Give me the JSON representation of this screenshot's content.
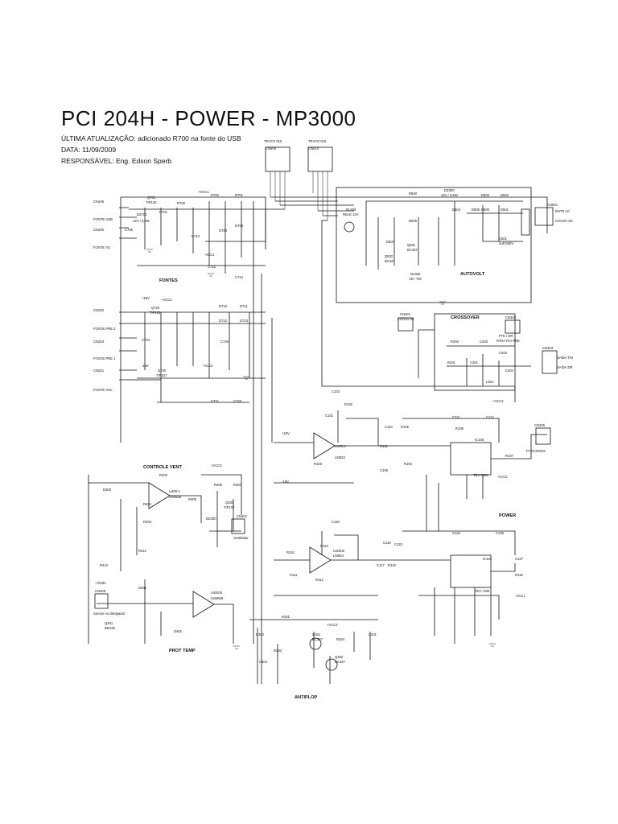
{
  "header": {
    "title": "PCI 204H - POWER - MP3000",
    "update_line": "ÚLTIMA ATUALIZAÇÃO: adicionado R700 na fonte do USB",
    "date_line": "DATA: 11/09/2009",
    "responsible_line": "RESPONSÁVEL: Eng. Edson Sperb"
  },
  "sections": {
    "fontes": "FONTES",
    "autovolt": "AUTOVOLT",
    "crossover": "CROSSOVER",
    "controle_vent": "CONTROLE VENT",
    "power": "POWER",
    "prot_temp": "PROT TEMP",
    "antiplop": "ANTIPLOP"
  },
  "connectors": {
    "cn206": "CN206",
    "fonte_usb": "FONTE USB",
    "cn205": "CN205",
    "fonte_vu": "FONTE VU",
    "cn202": "CN202",
    "fonte_pre2": "FONTE PRE 2",
    "cn203": "CN203",
    "fonte_pre1": "FONTE PRE 1",
    "cn201": "CN201",
    "fonte_vol": "FONTE VOL",
    "cn301": "CN301",
    "cross_in": "CROSS IN",
    "cn302": "CN302",
    "fte_dr": "FTE / DR",
    "para_pci_pre": "PARA PCI PRE",
    "cn303": "CN303",
    "saida_tw": "SAÍDA TW",
    "saida_dr": "SAÍDA DR",
    "cn305": "CN305",
    "fte_cross": "FTE/CROSS",
    "cn401": "CN401",
    "ventilador": "Ventilador",
    "cn309": "CN309",
    "sensor": "Sensor no dissipador",
    "cn501": "CN501",
    "entr_ac": "ENTR AC",
    "chave_on": "CHAVE ON",
    "trafo_015_a": "TRAFO 015",
    "trafo_015_b": "TRAFO 015",
    "cn509": "CN509",
    "cn510": "CN510"
  },
  "components": {
    "q701": "Q701",
    "tip102_a": "TIP102",
    "r700": "R700",
    "r701": "R701",
    "dz701": "DZ701",
    "dz701_val": "12V / 0,5W",
    "c705": "C705",
    "d702": "D702",
    "d703": "D703",
    "d701": "D701",
    "d704": "D704",
    "c712": "C712",
    "c714": "C714",
    "c713": "C713",
    "q720": "Q720",
    "tip102_b": "TIP102",
    "q730": "Q730",
    "tip107": "TIP107",
    "d710": "D710",
    "d711": "D711",
    "d712": "D712",
    "d713": "D713",
    "c724": "C724",
    "c725": "C725",
    "c721": "C721",
    "c733": "C733",
    "rl500": "RL500",
    "rele12v": "RELE 12V",
    "q501": "Q501",
    "q502": "Q502",
    "bc337_a": "BC337",
    "bc327": "BC327",
    "dl500": "DL500",
    "vd_vm": "VD / VM",
    "dz500": "DZ500",
    "dz500_val": "12V / 0,5W",
    "d503": "D503",
    "d502": "D502",
    "d500": "D500",
    "d501": "D501",
    "d504": "D504",
    "d505": "D505",
    "d506": "D506",
    "d507": "D507",
    "c501": "C501",
    "c501_val": "1uF/400V",
    "r500": "R500",
    "r202": "R202",
    "c203": "C203",
    "c202": "C202",
    "c201": "C201",
    "c204": "C204",
    "l201": "L201",
    "r201": "R201",
    "c103": "C103",
    "r102": "R102",
    "c101": "C101",
    "u100a": "U100:A",
    "lm833_a": "LM833",
    "r103": "R103",
    "r104": "R104",
    "c105": "C105",
    "c115": "C115",
    "c116": "C116",
    "r113": "R113",
    "u100b": "U100:B",
    "lm833_b": "LM833",
    "r112": "R112",
    "r110": "R110",
    "r111": "R111",
    "c117": "C117",
    "r122": "R122",
    "c123": "C123",
    "ic100": "IC100",
    "tda7294_a": "TDA 7294",
    "ic101": "IC101",
    "tda7294_b": "TDA 7294",
    "c110": "C110",
    "c111": "C111",
    "c112": "C112",
    "c124": "C124",
    "c125": "C125",
    "c127": "C127",
    "r119": "R119",
    "r105": "R105",
    "r121": "R121",
    "r106": "R106",
    "r107": "R107",
    "u400a": "U400:A",
    "lm4558_a": "LM4558",
    "u400b": "U400:B",
    "lm4558_b": "LM4558",
    "q400": "Q400",
    "tip102_c": "TIP102",
    "r402": "R402",
    "r403": "R403",
    "r404": "R404",
    "r405": "R405",
    "r406": "R406",
    "r407": "R407",
    "r411": "R411",
    "r412": "R412",
    "d400": "D400",
    "d401": "D401",
    "d402": "D402",
    "dz400": "DZ400",
    "q401": "Q401",
    "bd139": "BD139",
    "q301": "Q301",
    "bc337_b": "BC337",
    "q302": "Q302",
    "bc337_c": "BC337",
    "r301": "R301",
    "r302": "R302",
    "r303": "R303",
    "r304": "R304",
    "c301": "C301",
    "c302": "C302"
  },
  "rails": {
    "vcc1": "+VCC1",
    "vcc2": "+VCC2",
    "neg_vcc1": "-VCC1",
    "neg_vcc2": "-VCC2",
    "p18v": "+18V",
    "n18v": "-18V",
    "vtrafo": "+Vtrafo"
  }
}
